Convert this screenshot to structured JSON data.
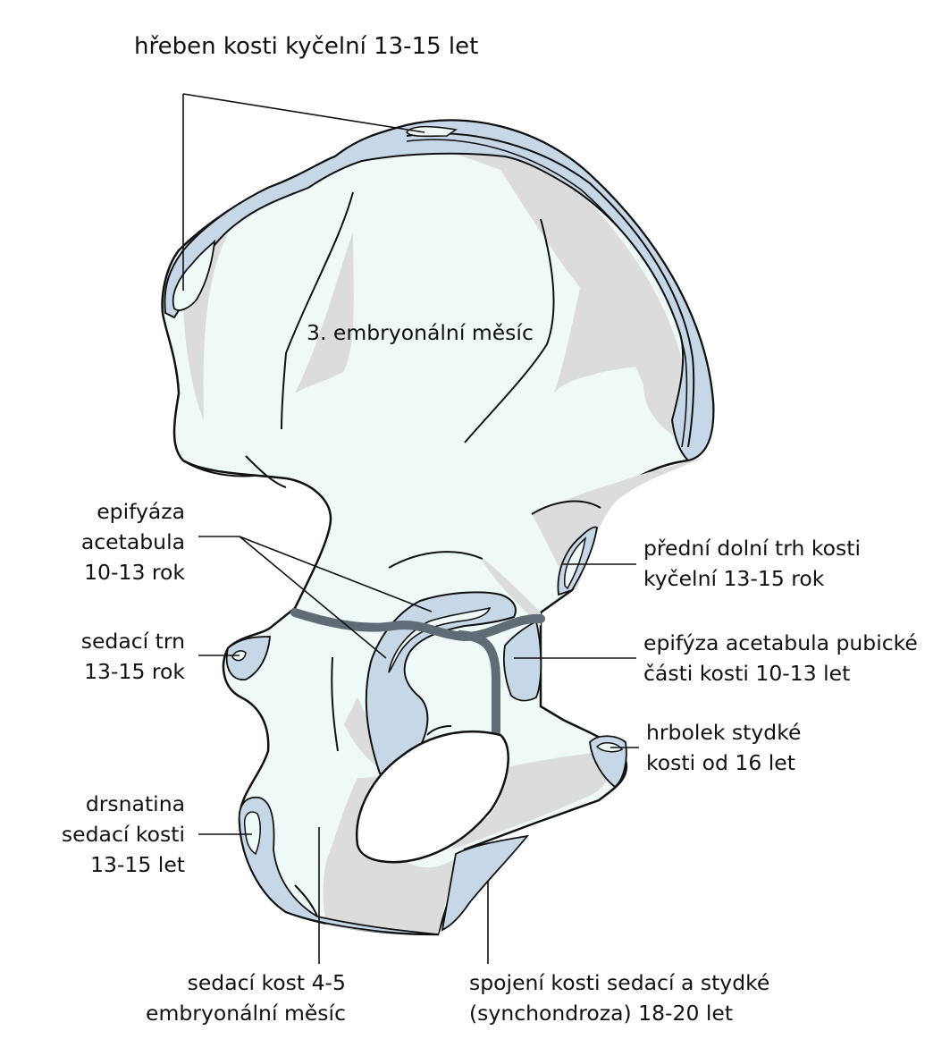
{
  "labels": {
    "iliac_crest": "hřeben kosti kyčelní 13-15 let",
    "embryonic": "3. embryonální měsíc",
    "acetabulum_epiphysis": [
      "epifyáza",
      "acetabula",
      "10-13 rok"
    ],
    "ischial_spine": [
      "sedací trn",
      "13-15 rok"
    ],
    "ischial_tuberosity": [
      "drsnatina",
      "sedací kosti",
      "13-15 let"
    ],
    "ischium": [
      "sedací kost 4-5",
      "embryonální měsíc"
    ],
    "anterior_inferior_spine": [
      "přední dolní trh kosti",
      "kyčelní 13-15 rok"
    ],
    "pubic_acetabulum": [
      "epifýza acetabula pubické",
      "části kosti 10-13 let"
    ],
    "pubic_tubercle": [
      "hrbolek stydké",
      "kosti od 16 let"
    ],
    "synchondrosis": [
      "spojení kosti sedací a stydké",
      "(synchondroza) 18-20 let"
    ]
  },
  "colors": {
    "bone_fill": "#eef9f8",
    "epiphysis_fill": "#c6d7e8",
    "shadow_fill": "#dcdcdc",
    "joint_band": "#5f6c75",
    "outline": "#111111"
  }
}
